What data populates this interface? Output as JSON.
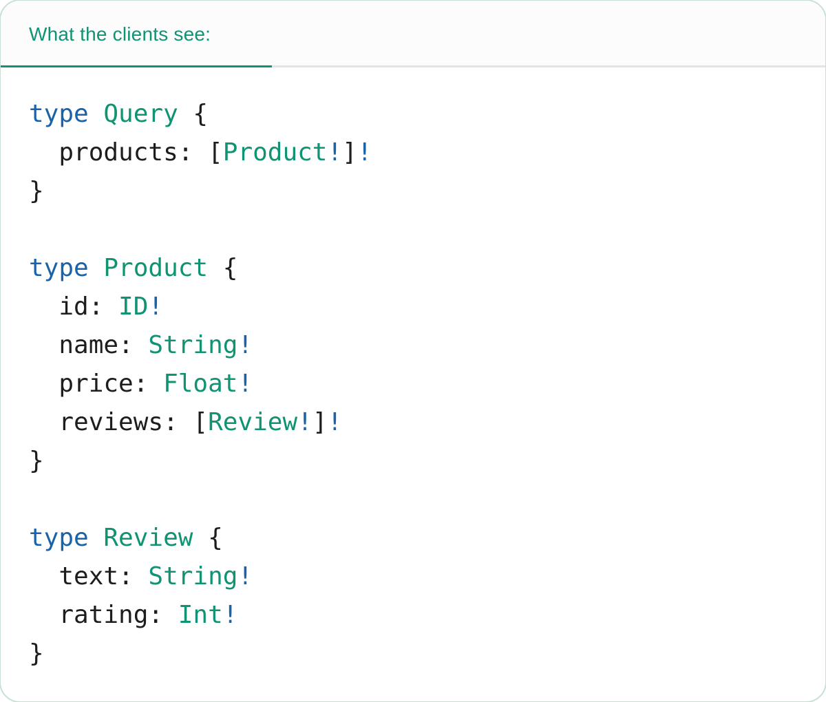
{
  "header": {
    "tab_label": "What the clients see:"
  },
  "colors": {
    "accent_teal": "#0f9373",
    "keyword_blue": "#1a63a8",
    "text_dark": "#1b1d1f",
    "tab_rule_gray": "#e4e4e4",
    "header_bg": "#fcfcfc",
    "card_border": "#c8e0d3"
  },
  "code": {
    "language": "graphql",
    "lines": [
      {
        "tokens": [
          {
            "text": "type ",
            "style": "keyword"
          },
          {
            "text": "Query ",
            "style": "typename"
          },
          {
            "text": "{",
            "style": "plain"
          }
        ]
      },
      {
        "tokens": [
          {
            "text": "  products: [",
            "style": "plain"
          },
          {
            "text": "Product",
            "style": "typename"
          },
          {
            "text": "!",
            "style": "nonnull"
          },
          {
            "text": "]",
            "style": "plain"
          },
          {
            "text": "!",
            "style": "nonnull"
          }
        ]
      },
      {
        "tokens": [
          {
            "text": "}",
            "style": "plain"
          }
        ]
      },
      {
        "tokens": []
      },
      {
        "tokens": [
          {
            "text": "type ",
            "style": "keyword"
          },
          {
            "text": "Product ",
            "style": "typename"
          },
          {
            "text": "{",
            "style": "plain"
          }
        ]
      },
      {
        "tokens": [
          {
            "text": "  id: ",
            "style": "plain"
          },
          {
            "text": "ID",
            "style": "typename"
          },
          {
            "text": "!",
            "style": "nonnull"
          }
        ]
      },
      {
        "tokens": [
          {
            "text": "  name: ",
            "style": "plain"
          },
          {
            "text": "String",
            "style": "typename"
          },
          {
            "text": "!",
            "style": "nonnull"
          }
        ]
      },
      {
        "tokens": [
          {
            "text": "  price: ",
            "style": "plain"
          },
          {
            "text": "Float",
            "style": "typename"
          },
          {
            "text": "!",
            "style": "nonnull"
          }
        ]
      },
      {
        "tokens": [
          {
            "text": "  reviews: [",
            "style": "plain"
          },
          {
            "text": "Review",
            "style": "typename"
          },
          {
            "text": "!",
            "style": "nonnull"
          },
          {
            "text": "]",
            "style": "plain"
          },
          {
            "text": "!",
            "style": "nonnull"
          }
        ]
      },
      {
        "tokens": [
          {
            "text": "}",
            "style": "plain"
          }
        ]
      },
      {
        "tokens": []
      },
      {
        "tokens": [
          {
            "text": "type ",
            "style": "keyword"
          },
          {
            "text": "Review ",
            "style": "typename"
          },
          {
            "text": "{",
            "style": "plain"
          }
        ]
      },
      {
        "tokens": [
          {
            "text": "  text: ",
            "style": "plain"
          },
          {
            "text": "String",
            "style": "typename"
          },
          {
            "text": "!",
            "style": "nonnull"
          }
        ]
      },
      {
        "tokens": [
          {
            "text": "  rating: ",
            "style": "plain"
          },
          {
            "text": "Int",
            "style": "typename"
          },
          {
            "text": "!",
            "style": "nonnull"
          }
        ]
      },
      {
        "tokens": [
          {
            "text": "}",
            "style": "plain"
          }
        ]
      }
    ]
  }
}
